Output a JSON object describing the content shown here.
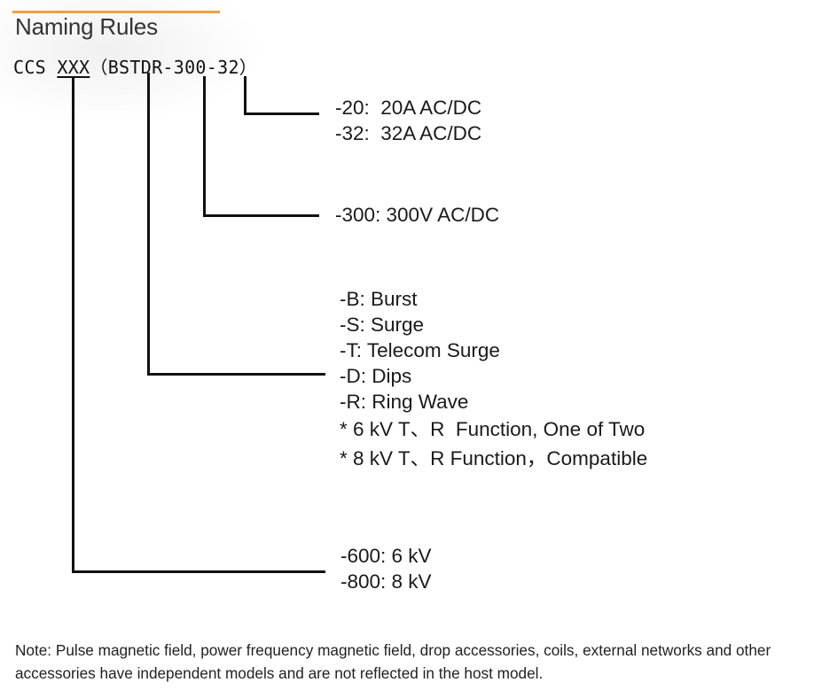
{
  "title": "Naming Rules",
  "model": {
    "prefix": "CCS ",
    "placeholder": "XXX",
    "suffix": "（BSTDR-300-32）"
  },
  "groups": {
    "current": [
      "-20:  20A AC/DC",
      "-32:  32A AC/DC"
    ],
    "voltage": [
      "-300: 300V AC/DC"
    ],
    "functions": [
      "-B: Burst",
      "-S: Surge",
      "-T: Telecom Surge",
      "-D: Dips",
      "-R: Ring Wave",
      "* 6 kV T、R  Function, One of Two",
      "* 8 kV T、R Function，Compatible"
    ],
    "kv": [
      "-600: 6 kV",
      "-800: 8 kV"
    ]
  },
  "note": "Note: Pulse magnetic field, power frequency magnetic field, drop accessories, coils, external networks and other accessories have independent models and are not reflected in the host model.",
  "colors": {
    "accent": "#f0a040",
    "line": "#111111"
  }
}
